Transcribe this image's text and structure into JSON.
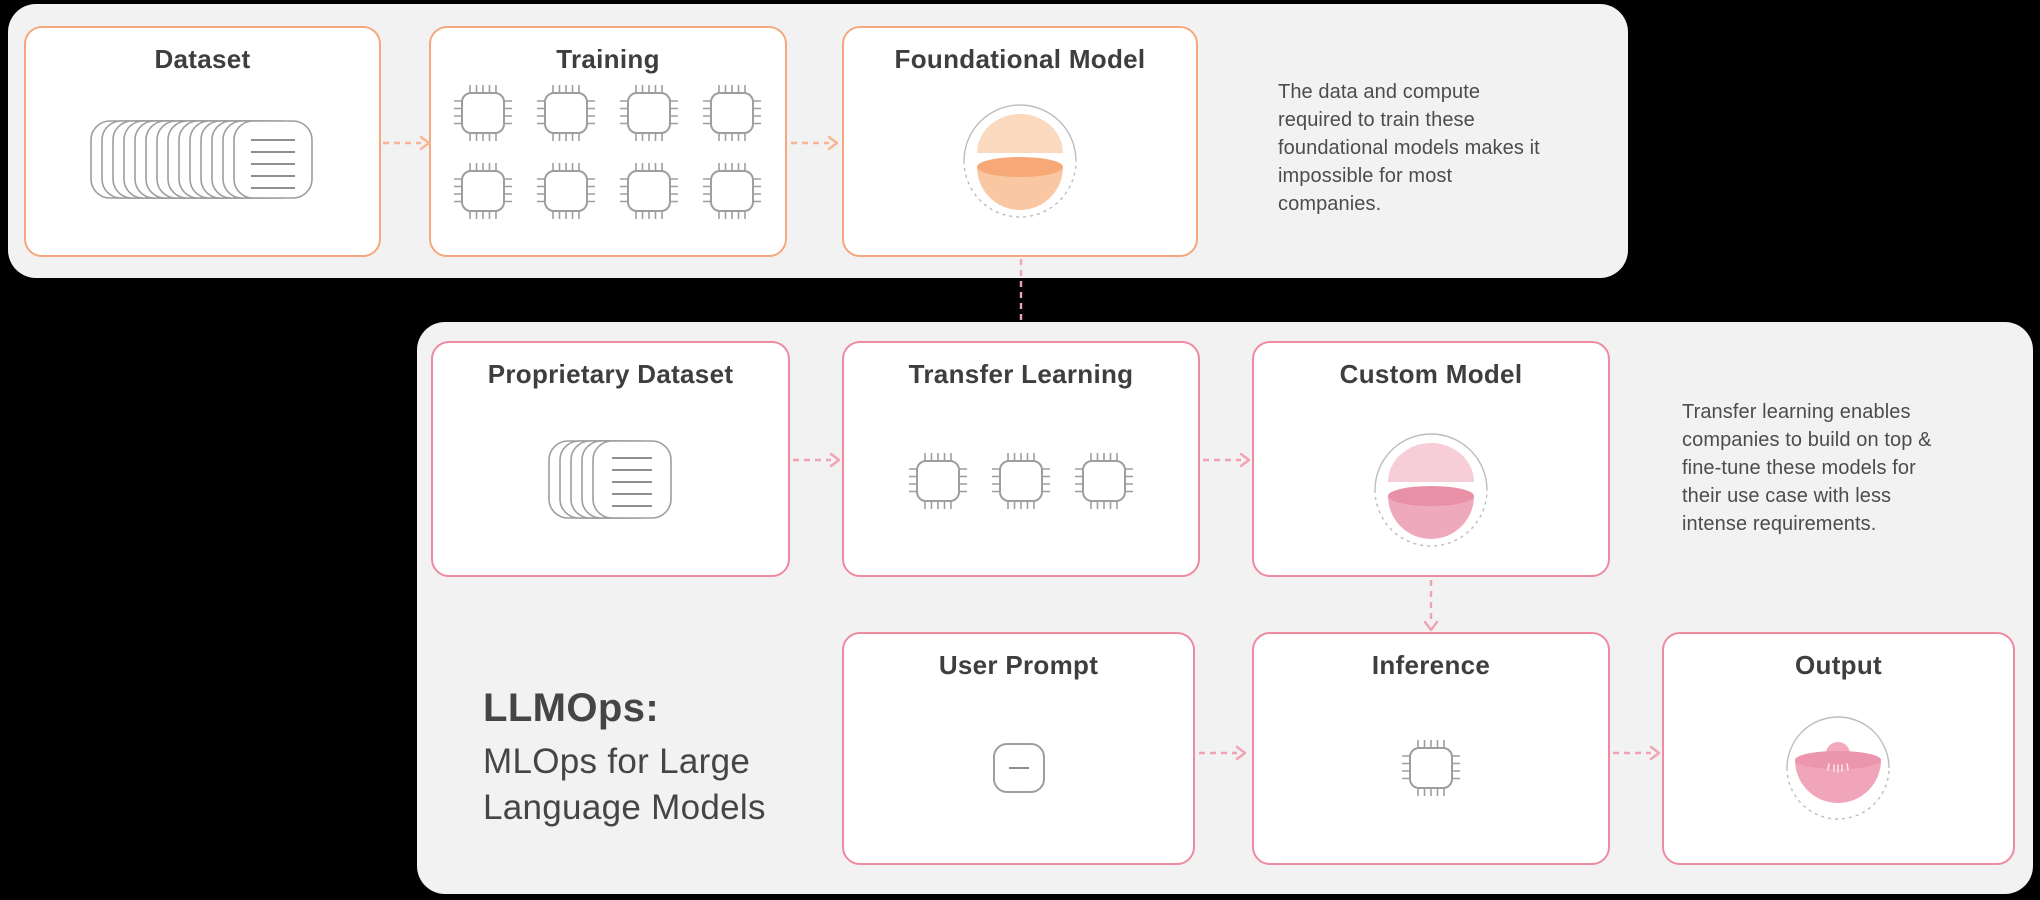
{
  "page": {
    "background": "#000000"
  },
  "colors": {
    "panel_bg": "#F2F2F2",
    "node_bg": "#FFFFFF",
    "orange_border": "#F7A77E",
    "pink_border": "#EE8BA1",
    "orange_arrow": "#F8B494",
    "pink_arrow": "#F1A2B4",
    "icon_stroke": "#9E9E9E",
    "title_text": "#3E3E3E",
    "body_text": "#4C4C4C",
    "orb_orange_top": "#FBD9BE",
    "orb_orange_band": "#F6A877",
    "orb_orange_bottom": "#F9C8A3",
    "orb_pink_top": "#F7CDD8",
    "orb_pink_band": "#E891A6",
    "orb_pink_bottom": "#EFA9BC"
  },
  "foundation_stage": {
    "boxes": [
      {
        "title": "Dataset",
        "icon": "dataset-stack-icon"
      },
      {
        "title": "Training",
        "icon": "chip-grid-icon"
      },
      {
        "title": "Foundational Model",
        "icon": "sphere-orange-icon"
      }
    ],
    "note": "The data and compute\nrequired to train these\nfoundational models makes it\nimpossible for most\ncompanies."
  },
  "llmops_stage": {
    "heading": {
      "line1": "LLMOps:",
      "line2": "MLOps for Large",
      "line3": "Language Models"
    },
    "row1": [
      {
        "title": "Proprietary Dataset",
        "icon": "card-stack-icon"
      },
      {
        "title": "Transfer Learning",
        "icon": "chip-row-icon"
      },
      {
        "title": "Custom Model",
        "icon": "sphere-pink-icon"
      }
    ],
    "row2": [
      {
        "title": "User Prompt",
        "icon": "prompt-card-icon"
      },
      {
        "title": "Inference",
        "icon": "chip-icon"
      },
      {
        "title": "Output",
        "icon": "bowl-sphere-icon"
      }
    ],
    "note": "Transfer learning enables\ncompanies to build on top &\nfine-tune these models for\ntheir use case with less\nintense requirements."
  }
}
